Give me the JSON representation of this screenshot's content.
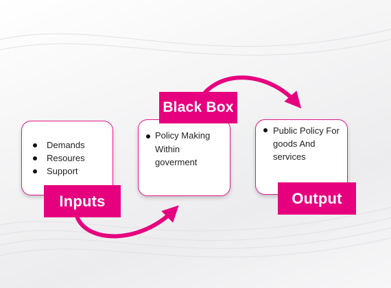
{
  "colors": {
    "accent": "#e6007e",
    "border": "#e0188a",
    "text": "#222222"
  },
  "inputs": {
    "label": "Inputs",
    "items": [
      "Demands",
      "Resoures",
      "Support"
    ]
  },
  "black_box": {
    "label": "Black Box",
    "lines": [
      "Policy Making",
      "Within",
      "goverment"
    ]
  },
  "output": {
    "label": "Output",
    "lines": [
      "Public Policy For",
      "goods And",
      "services"
    ]
  }
}
